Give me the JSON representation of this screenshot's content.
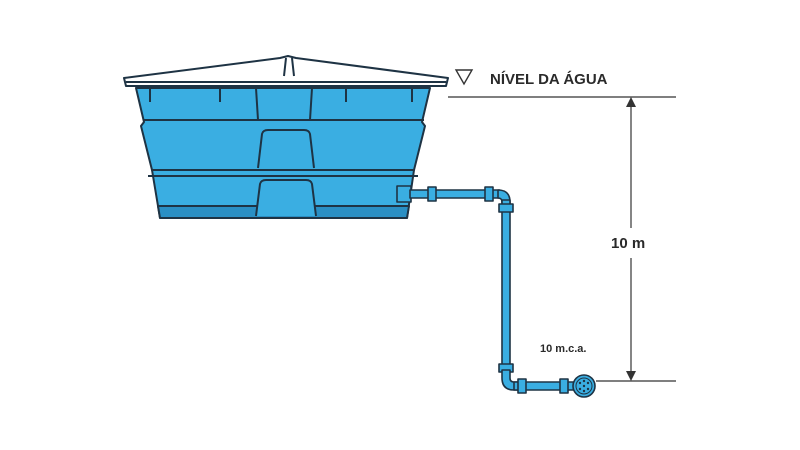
{
  "labels": {
    "water_level": "NÍVEL DA ÁGUA",
    "height": "10 m",
    "pressure": "10 m.c.a."
  },
  "icons": {
    "water_level_marker": "down-triangle-icon",
    "shower_head": "shower-head-icon"
  },
  "colors": {
    "water": "#3aaee2",
    "water_dark": "#2a8fc4",
    "outline": "#1e3344",
    "lid": "#ffffff",
    "dimension_line": "#333333"
  }
}
